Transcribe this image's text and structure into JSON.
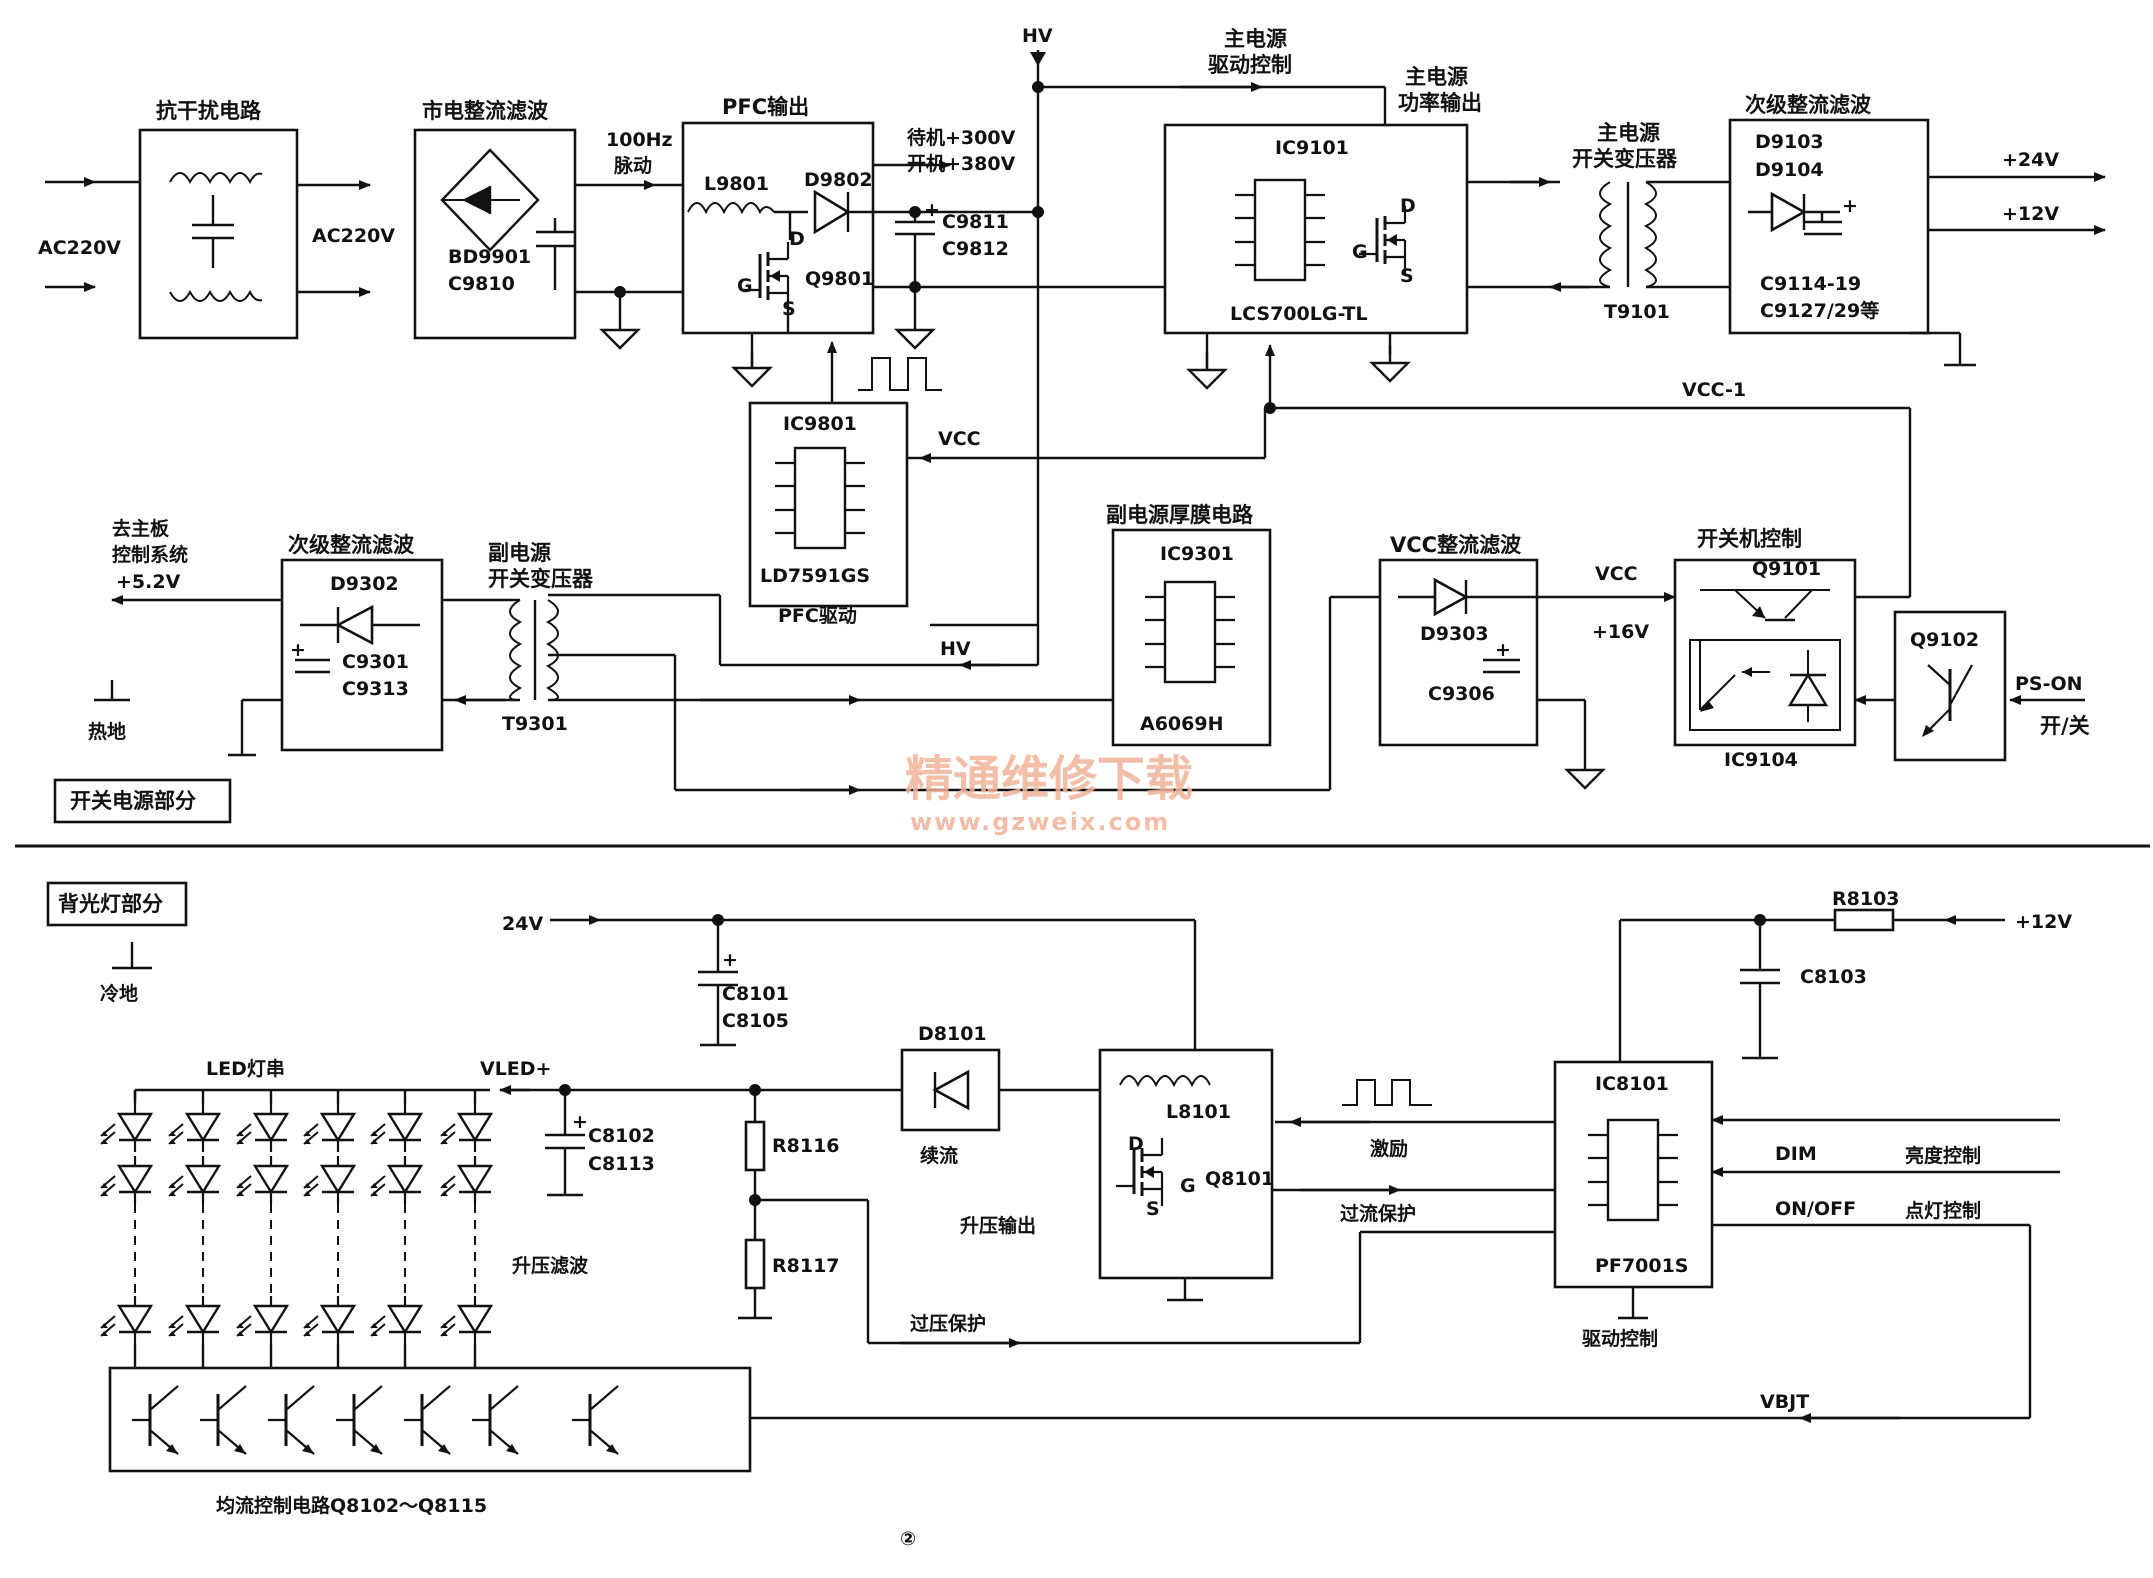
{
  "power": {
    "ac_in": "AC220V",
    "emi_title": "抗干扰电路",
    "ac_mid": "AC220V",
    "rect_title": "市电整流滤波",
    "bridge": "BD9901",
    "cap_c9810": "C9810",
    "hz_top": "100Hz",
    "hz_bottom": "脉动",
    "pfc_title": "PFC输出",
    "l9801": "L9801",
    "d9802": "D9802",
    "q9801": "Q9801",
    "standby_v": "待机+300V",
    "on_v": "开机+380V",
    "c9811": "C9811",
    "c9812": "C9812",
    "hv_top": "HV",
    "ic9801": "IC9801",
    "ld7591": "LD7591GS",
    "pfc_drive": "PFC驱动",
    "vcc_pfc": "VCC",
    "main_drive_1": "主电源",
    "main_drive_2": "驱动控制",
    "main_out_1": "主电源",
    "main_out_2": "功率输出",
    "ic9101": "IC9101",
    "lcs700": "LCS700LG-TL",
    "main_xfmr_1": "主电源",
    "main_xfmr_2": "开关变压器",
    "t9101": "T9101",
    "sec_title": "次级整流滤波",
    "d9103": "D9103",
    "d9104": "D9104",
    "c9114": "C9114-19",
    "c9127": "C9127/29等",
    "v24": "+24V",
    "v12": "+12V",
    "vcc1": "VCC-1",
    "to_main_1": "去主板",
    "to_main_2": "控制系统",
    "to_main_3": "+5.2V",
    "sec2_title": "次级整流滤波",
    "d9302": "D9302",
    "c9301": "C9301",
    "c9313": "C9313",
    "sub_xfmr_1": "副电源",
    "sub_xfmr_2": "开关变压器",
    "t9301": "T9301",
    "hot_gnd": "热地",
    "hv_mid": "HV",
    "sub_osc_title": "副电源厚膜电路",
    "ic9301": "IC9301",
    "a6069h": "A6069H",
    "vcc_rect_title": "VCC整流滤波",
    "d9303": "D9303",
    "c9306": "C9306",
    "vcc_lbl": "VCC",
    "v16": "+16V",
    "sw_title": "开关机控制",
    "q9101": "Q9101",
    "ic9104": "IC9104",
    "q9102": "Q9102",
    "ps_on": "PS-ON",
    "onoff": "开/关",
    "section_label": "开关电源部分"
  },
  "watermark": {
    "cn": "精通维修下载",
    "url": "www.gzweix.com"
  },
  "backlight": {
    "section_label": "背光灯部分",
    "cold_gnd": "冷地",
    "v24": "24V",
    "c8101": "C8101",
    "c8105": "C8105",
    "led_string": "LED灯串",
    "vled": "VLED+",
    "c8102": "C8102",
    "c8113": "C8113",
    "boost_filter": "升压滤波",
    "r8116": "R8116",
    "r8117": "R8117",
    "d8101": "D8101",
    "freewheel": "续流",
    "boost_out": "升压输出",
    "l8101": "L8101",
    "q8101": "Q8101",
    "excite": "激励",
    "ocp": "过流保护",
    "ovp": "过压保护",
    "ic8101": "IC8101",
    "pf7001s": "PF7001S",
    "drive_ctrl": "驱动控制",
    "r8103": "R8103",
    "v12": "+12V",
    "c8103": "C8103",
    "dim": "DIM",
    "bright": "亮度控制",
    "onoff": "ON/OFF",
    "light_ctrl": "点灯控制",
    "vbjt": "VBJT",
    "balance": "均流控制电路Q8102～Q8115",
    "fig_no": "②"
  }
}
